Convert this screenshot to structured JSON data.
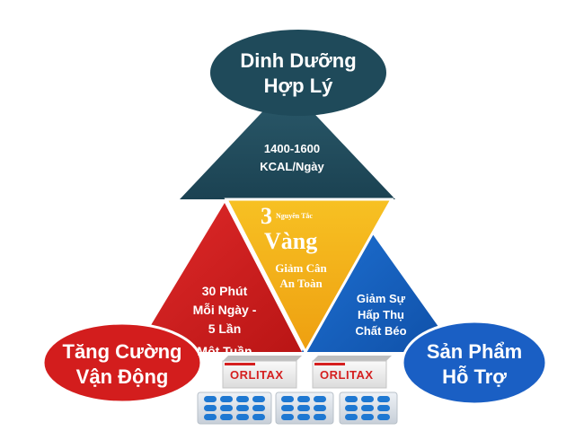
{
  "top": {
    "title_line1": "Dinh Dưỡng",
    "title_line2": "Hợp Lý",
    "info_line1": "1400-1600",
    "info_line2": "KCAL/Ngày"
  },
  "center": {
    "number": "3",
    "small_text": "Nguyên Tắc",
    "word": "Vàng",
    "sub_line1": "Giảm Cân",
    "sub_line2": "An Toàn"
  },
  "left": {
    "info_line1": "30 Phút",
    "info_line2": "Mỗi Ngày -",
    "info_line3": "5 Lần",
    "info_line4": "Một Tuần",
    "title_line1": "Tăng Cường",
    "title_line2": "Vận Động"
  },
  "right": {
    "info_line1": "Giảm Sự",
    "info_line2": "Hấp Thụ",
    "info_line3": "Chất Béo",
    "title_line1": "Sản Phẩm",
    "title_line2": "Hỗ Trợ"
  },
  "product": {
    "brand": "ORLITAX"
  },
  "colors": {
    "top_triangle": "#234e5f",
    "top_ellipse": "#1f4a5a",
    "center_triangle": "#f3b418",
    "left_triangle": "#d71f1f",
    "right_triangle": "#1663bf",
    "left_ellipse": "#d31d1d",
    "right_ellipse": "#1a5fc4",
    "pill": "#1e78d2"
  }
}
